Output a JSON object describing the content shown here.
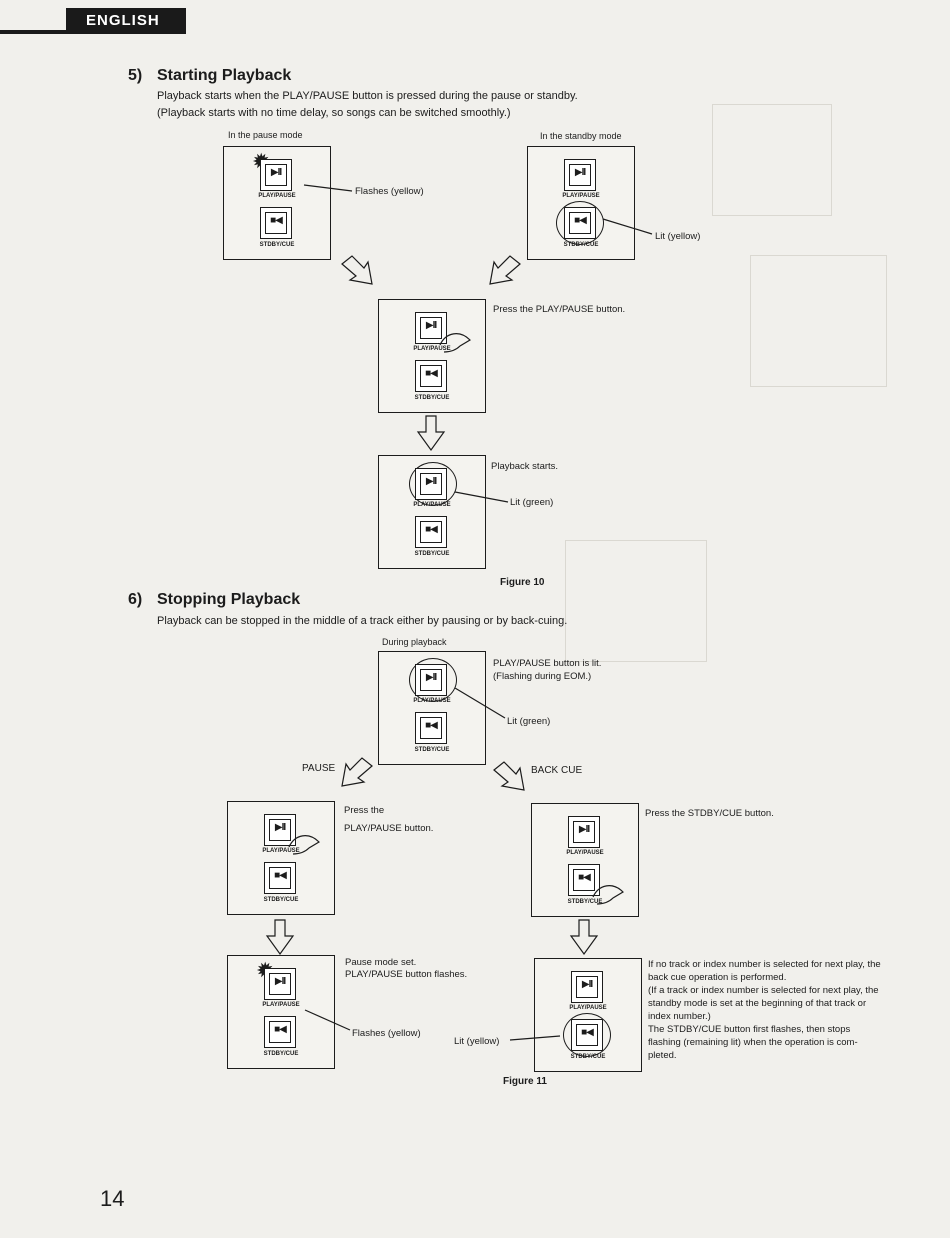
{
  "header": {
    "language_tab": "ENGLISH"
  },
  "section5": {
    "number": "5)",
    "title": "Starting Playback",
    "line1": "Playback starts when the PLAY/PAUSE button is pressed during the pause or standby.",
    "line2": "(Playback starts with no time delay, so songs can be switched smoothly.)",
    "cap_pause_mode": "In the pause mode",
    "cap_standby_mode": "In the standby mode",
    "note_flashes_yellow": "Flashes (yellow)",
    "note_lit_yellow": "Lit (yellow)",
    "note_press_play": "Press the PLAY/PAUSE button.",
    "note_playback_starts": "Playback starts.",
    "note_lit_green": "Lit (green)",
    "figure": "Figure 10"
  },
  "section6": {
    "number": "6)",
    "title": "Stopping Playback",
    "line1": "Playback can be stopped in the middle of a track either by pausing or by back-cuing.",
    "cap_during_playback": "During playback",
    "note_play_lit_1": "PLAY/PAUSE button is lit.",
    "note_play_lit_2": "(Flashing during EOM.)",
    "note_lit_green": "Lit (green)",
    "label_pause": "PAUSE",
    "label_back_cue": "BACK CUE",
    "note_press_the": "Press the",
    "note_play_button": "PLAY/PAUSE button.",
    "note_press_stdby": "Press the STDBY/CUE button.",
    "note_pause_set": "Pause mode set.",
    "note_play_flashes": "PLAY/PAUSE button flashes.",
    "note_flashes_yellow": "Flashes (yellow)",
    "note_lit_yellow": "Lit (yellow)",
    "backcue_notes": [
      "If no track or index number is selected for next play, the",
      "back cue operation is performed.",
      "(If a track or index number is selected for next play, the",
      "standby mode is set at the beginning of that track or",
      "index number.)",
      "The STDBY/CUE button first flashes, then stops",
      "flashing (remaining lit) when the operation is com-",
      "pleted."
    ],
    "figure": "Figure 11"
  },
  "buttons": {
    "play_symbol": "▶II",
    "stop_symbol": "■◀",
    "play_label": "PLAY/PAUSE",
    "stop_label": "STDBY/CUE"
  },
  "footer": {
    "page_number": "14"
  }
}
